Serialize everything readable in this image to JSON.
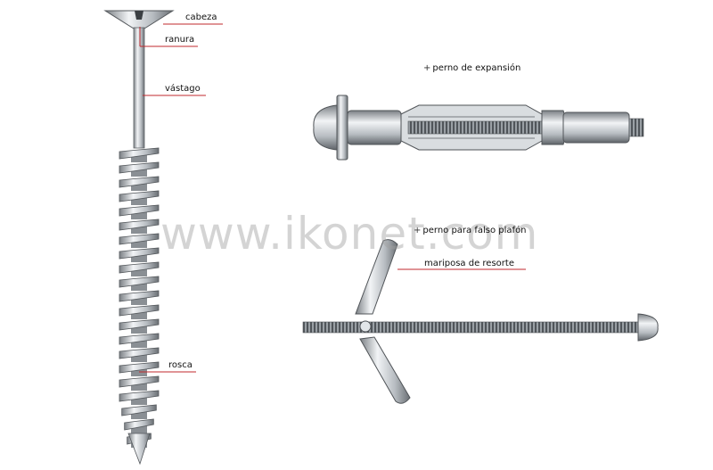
{
  "watermark": "www.ikonet.com",
  "labels": {
    "cabeza": "cabeza",
    "ranura": "ranura",
    "vastago": "vástago",
    "rosca": "rosca",
    "perno_expansion": "perno de expansión",
    "perno_falso_plafon": "perno para falso plafón",
    "mariposa": "mariposa de resorte"
  },
  "plus_sign": "+",
  "colors": {
    "leader": "#c0282d",
    "metal_dark": "#6e7378",
    "metal_light": "#e8ecef"
  }
}
